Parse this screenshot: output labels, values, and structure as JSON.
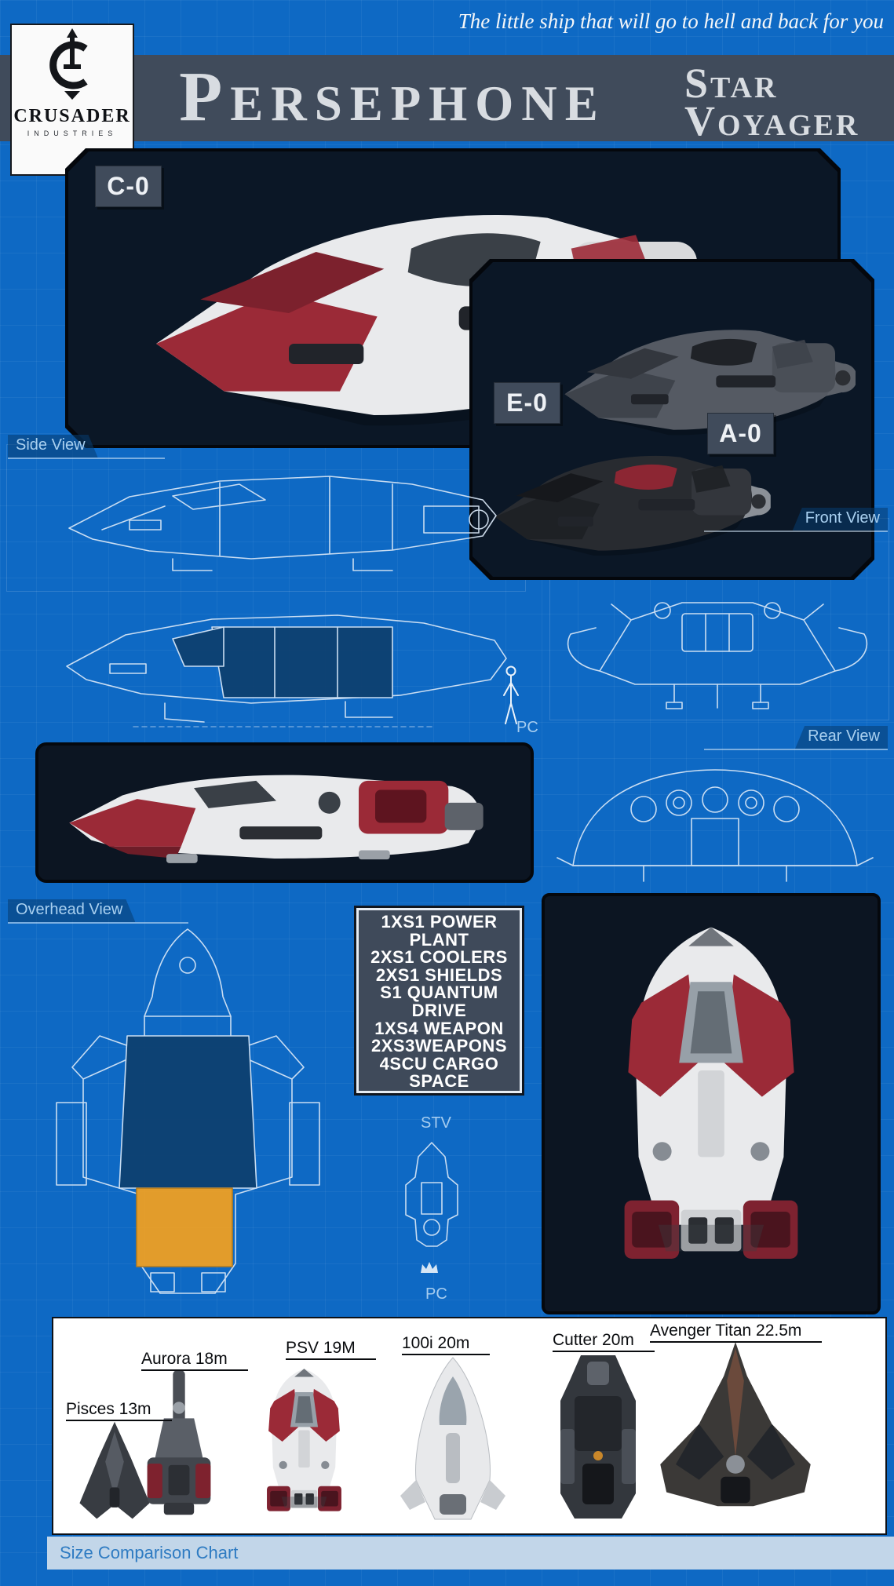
{
  "header": {
    "tagline": "The little ship that will go to hell and back for you",
    "title": "Persephone",
    "subtitle": [
      "Star",
      "Voyager"
    ],
    "logo": {
      "name": "CRUSADER",
      "sub": "INDUSTRIES"
    }
  },
  "variant_badges": {
    "c0": "C-0",
    "e0": "E-0",
    "a0": "A-0"
  },
  "view_labels": {
    "side": "Side View",
    "front": "Front View",
    "rear": "Rear View",
    "overhead": "Overhead View",
    "pc_scale": "PC",
    "stv": "STV",
    "pc_small": "PC"
  },
  "specs": {
    "lines": [
      "1XS1 POWER",
      "PLANT",
      "2XS1 COOLERS",
      "2XS1 SHIELDS",
      "S1 QUANTUM",
      "DRIVE",
      "1XS4 WEAPON",
      "2XS3WEAPONS",
      "4SCU CARGO",
      "SPACE"
    ]
  },
  "size_chart": {
    "caption": "Size Comparison Chart",
    "ships": [
      {
        "name": "Pisces 13m"
      },
      {
        "name": "Aurora 18m"
      },
      {
        "name": "PSV 19M"
      },
      {
        "name": "100i 20m"
      },
      {
        "name": "Cutter 20m"
      },
      {
        "name": "Avenger Titan 22.5m"
      }
    ]
  },
  "colors": {
    "background": "#0e69c4",
    "header_band": "#404b5b",
    "hull_red": "#9b2a37",
    "cargo_orange": "#f5a11f",
    "blueprint_line": "#d9e7f6",
    "panel_dark": "#0b1726"
  }
}
